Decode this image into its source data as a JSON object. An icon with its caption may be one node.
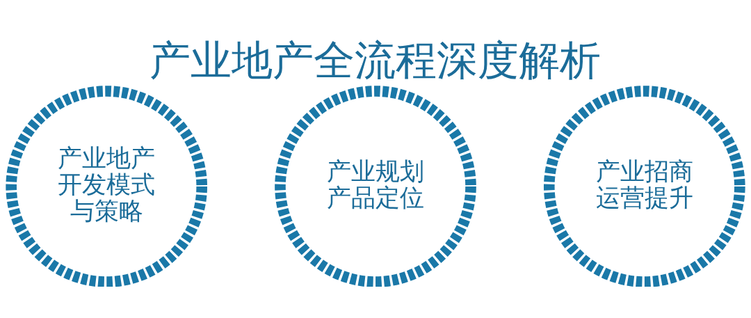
{
  "diagram": {
    "title": "产业地产全流程深度解析",
    "nodes": [
      {
        "text": [
          "产业地产开发模式与策略"
        ]
      },
      {
        "text": [
          "产业规划产品定位"
        ]
      },
      {
        "text": [
          "产业招商运营提升"
        ]
      }
    ],
    "edges": []
  }
}
